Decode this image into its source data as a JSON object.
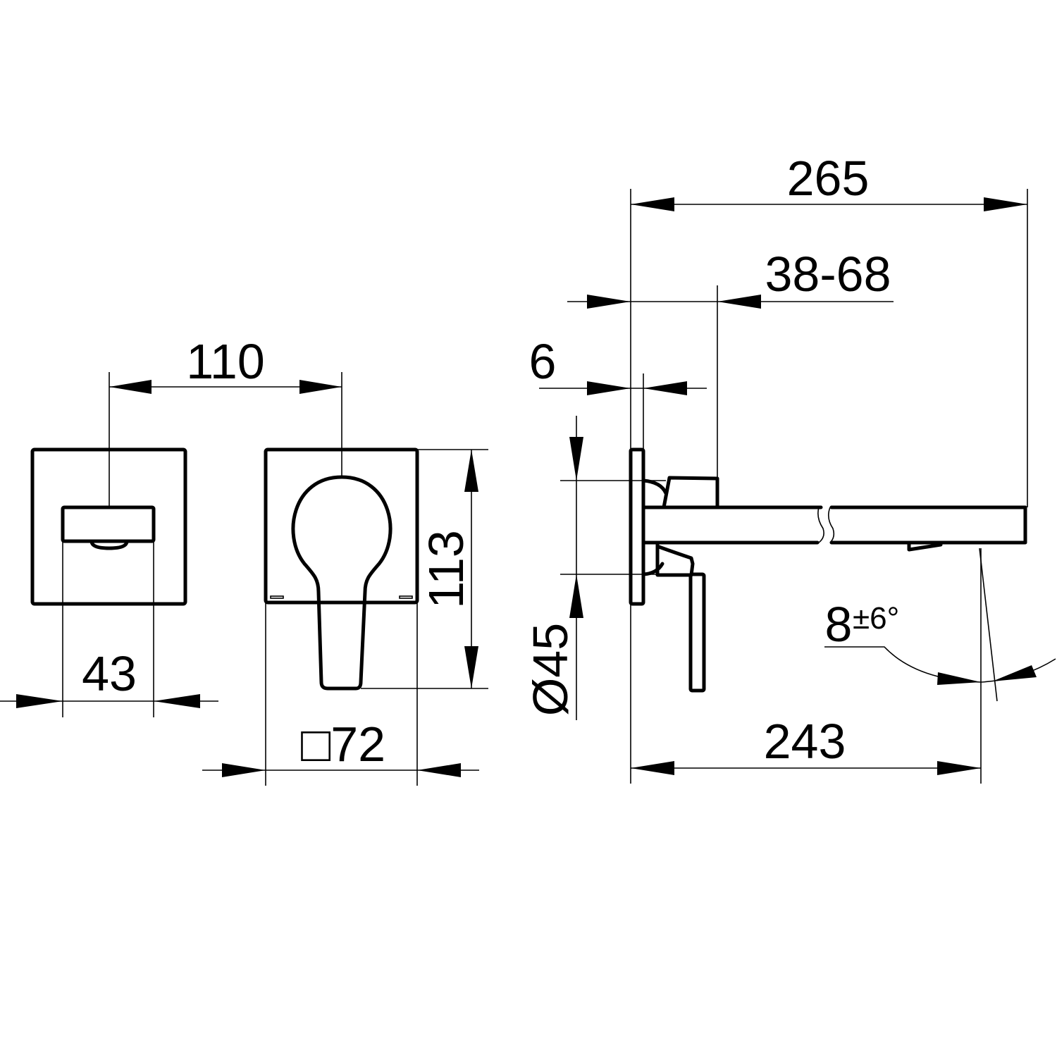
{
  "drawing": {
    "views": [
      "front-view-spout",
      "front-view-handle",
      "side-view"
    ],
    "dimensions": {
      "spout_width": "43",
      "spacing": "110",
      "plate_size": "□72",
      "plate_height": "113",
      "total_projection": "265",
      "wall_range": "38-68",
      "plate_thickness": "6",
      "diameter": "Ø45",
      "spout_projection": "243",
      "angle_base": "8",
      "angle_tolerance": "±6°"
    }
  }
}
